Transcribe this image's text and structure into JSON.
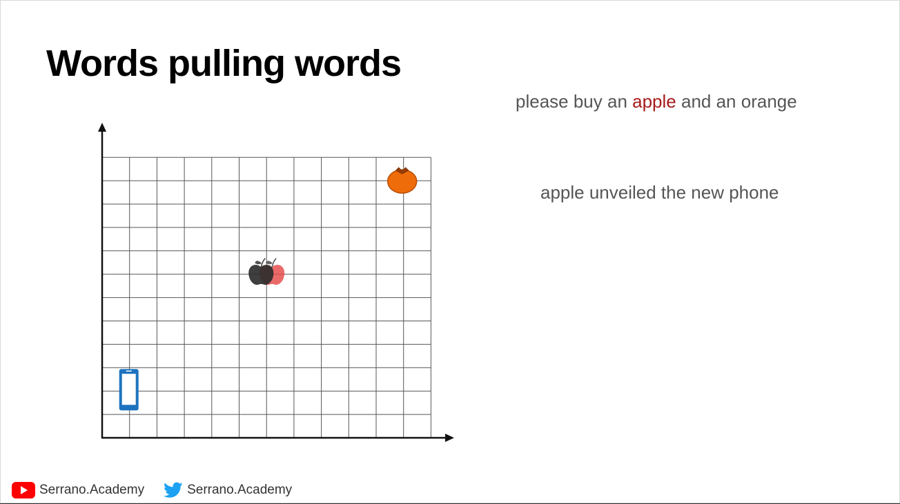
{
  "slide": {
    "title": "Words pulling words"
  },
  "sentences": [
    {
      "before": "please buy an ",
      "highlight": "apple",
      "after": " and an orange"
    },
    {
      "before": "apple unveiled the new phone",
      "highlight": "",
      "after": ""
    }
  ],
  "grid": {
    "columns": 12,
    "rows": 12
  },
  "items": [
    {
      "name": "orange",
      "icon": "orange-icon",
      "col": 11,
      "row": 11,
      "color": "#ef6c0a"
    },
    {
      "name": "apple (fruit)",
      "icon": "apple-red-icon",
      "col": 6.3,
      "row": 7,
      "color": "#e64a4a"
    },
    {
      "name": "apple (company)",
      "icon": "apple-dark-icon",
      "col": 5.7,
      "row": 7,
      "color": "#2e2e2e"
    },
    {
      "name": "phone",
      "icon": "phone-icon",
      "col": 1,
      "row": 2,
      "color": "#1e73be"
    }
  ],
  "footer": {
    "youtube_icon": "youtube-icon",
    "youtube_label": "Serrano.Academy",
    "twitter_icon": "twitter-icon",
    "twitter_label": "Serrano.Academy"
  },
  "colors": {
    "highlight": "#a61b1b",
    "youtube": "#ff0000",
    "twitter": "#1da1f2"
  }
}
